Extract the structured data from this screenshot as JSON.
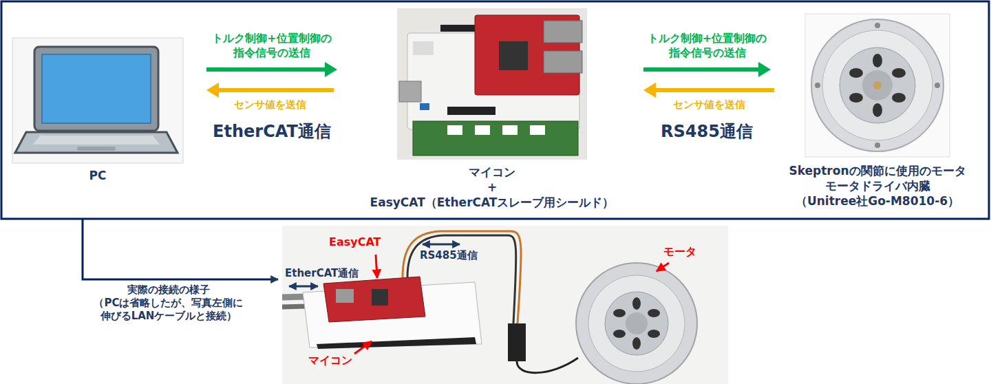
{
  "diagram": {
    "nodes": [
      {
        "text": [
          "PC"
        ]
      },
      {
        "text": [
          "マイコン + EasyCAT（EtherCATスレーブ用シールド）"
        ]
      },
      {
        "text": [
          "Skeptronの関節に使用のモータ モータドライバ内臓 （Unitree社Go-M8010-6）"
        ]
      }
    ],
    "edges": [
      {
        "from": 0,
        "to": 1,
        "arrow": "to",
        "label": "トルク制御+位置制御の 指令信号の送信"
      },
      {
        "from": 1,
        "to": 0,
        "arrow": "to",
        "label": "センサ値を送信"
      },
      {
        "from": 1,
        "to": 2,
        "arrow": "to",
        "label": "トルク制御+位置制御の 指令信号の送信"
      },
      {
        "from": 2,
        "to": 1,
        "arrow": "to",
        "label": "センサ値を送信"
      }
    ],
    "labels": [
      "EtherCAT通信",
      "RS485通信",
      "実際の接続の様子 （PCは省略したが、写真左側に 伸びるLANケーブルと接続）",
      "EasyCAT",
      "EtherCAT通信",
      "RS485通信",
      "モータ",
      "マイコン"
    ]
  }
}
